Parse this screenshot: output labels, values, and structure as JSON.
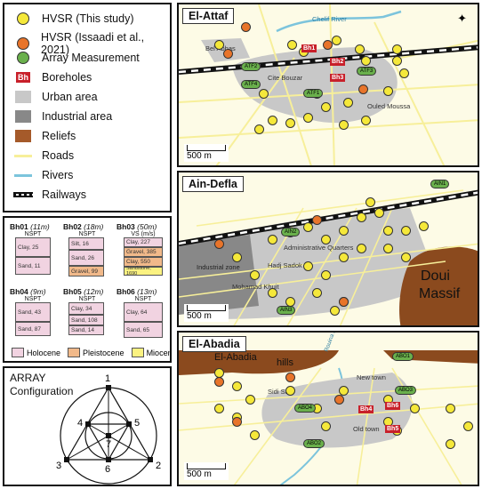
{
  "legend": {
    "items": [
      {
        "label": "HVSR (This study)",
        "icon": "yellow-circle",
        "color": "#f5e83a"
      },
      {
        "label": "HVSR (Issaadi et al., 2021)",
        "icon": "orange-circle",
        "color": "#e8742a"
      },
      {
        "label": "Array Measurement",
        "icon": "green-circle",
        "color": "#6ab04c"
      },
      {
        "label": "Boreholes",
        "icon": "borehole-icon",
        "color": "#c8202a",
        "badge": "Bh"
      },
      {
        "label": "Urban area",
        "icon": "gray-square",
        "color": "#c8c8c8"
      },
      {
        "label": "Industrial area",
        "icon": "darkgray-square",
        "color": "#888888"
      },
      {
        "label": "Reliefs",
        "icon": "brown-square",
        "color": "#a55a2a"
      },
      {
        "label": "Roads",
        "icon": "yellow-line",
        "color": "#f7ef9a"
      },
      {
        "label": "Rivers",
        "icon": "blue-line",
        "color": "#7cc4dc"
      },
      {
        "label": "Railways",
        "icon": "railway-line",
        "color": "#111111"
      }
    ]
  },
  "boreholes": [
    {
      "name": "Bh01",
      "depth": "(11m)",
      "measure": "NSPT",
      "layers": [
        {
          "text": "Clay, 25",
          "age": "holocene"
        },
        {
          "text": "Sand, 11",
          "age": "holocene"
        }
      ]
    },
    {
      "name": "Bh02",
      "depth": "(18m)",
      "measure": "NSPT",
      "layers": [
        {
          "text": "Silt, 16",
          "age": "holocene"
        },
        {
          "text": "Sand, 26",
          "age": "holocene"
        },
        {
          "text": "Gravel, 99",
          "age": "pleistocene"
        }
      ]
    },
    {
      "name": "Bh03",
      "depth": "(50m)",
      "measure": "VS (m/s)",
      "layers": [
        {
          "text": "Clay, 227",
          "age": "holocene"
        },
        {
          "text": "Gravel, 385",
          "age": "pleistocene"
        },
        {
          "text": "Clay, 550",
          "age": "pleistocene"
        },
        {
          "text": "Sandstone, 1690",
          "age": "miocene"
        }
      ]
    },
    {
      "name": "Bh04",
      "depth": "(9m)",
      "measure": "NSPT",
      "layers": [
        {
          "text": "Sand, 43",
          "age": "holocene"
        },
        {
          "text": "Sand, 87",
          "age": "holocene"
        }
      ]
    },
    {
      "name": "Bh05",
      "depth": "(12m)",
      "measure": "NSPT",
      "layers": [
        {
          "text": "Clay, 34",
          "age": "holocene"
        },
        {
          "text": "Sand, 108",
          "age": "holocene"
        },
        {
          "text": "Sand, 14",
          "age": "holocene"
        }
      ]
    },
    {
      "name": "Bh06",
      "depth": "(13m)",
      "measure": "NSPT",
      "layers": [
        {
          "text": "Clay, 64",
          "age": "holocene"
        },
        {
          "text": "Sand, 65",
          "age": "holocene"
        }
      ]
    }
  ],
  "age_legend": [
    {
      "label": "Holocene",
      "color": "#f1d3e1"
    },
    {
      "label": "Pleistocene",
      "color": "#f1b98a"
    },
    {
      "label": "Miocene",
      "color": "#fbf281"
    }
  ],
  "array": {
    "title": "ARRAY",
    "subtitle": "Configuration",
    "nodes": [
      "1",
      "2",
      "3",
      "4",
      "5",
      "6",
      "7"
    ]
  },
  "maps": {
    "el_attaf": {
      "title": "El-Attaf",
      "scale": "500 m",
      "labels": [
        "Chelif River",
        "Bel Abbas",
        "Cite Bouzar",
        "Ouled Moussa"
      ],
      "arrays": [
        "ATF2",
        "ATF4",
        "ATF1",
        "ATF3"
      ],
      "boreholes": [
        "Bh1",
        "Bh2",
        "Bh3"
      ]
    },
    "ain_defla": {
      "title": "Ain-Defla",
      "scale": "500 m",
      "labels": [
        "Administrative Quarters",
        "Industrial zone",
        "Hadj Sadok",
        "Mohamad Khuit",
        "Doui",
        "Massif"
      ],
      "arrays": [
        "AIN2",
        "AIN3",
        "AIN1"
      ]
    },
    "el_abadia": {
      "title": "El-Abadia",
      "scale": "500 m",
      "labels": [
        "El-Abadia",
        "hills",
        "Rouina river",
        "New town",
        "Sidi Said",
        "Old town"
      ],
      "arrays": [
        "ABO1",
        "ABO3",
        "ABO4",
        "ABO2"
      ],
      "boreholes": [
        "Bh4",
        "Bh6",
        "Bh5"
      ]
    }
  }
}
